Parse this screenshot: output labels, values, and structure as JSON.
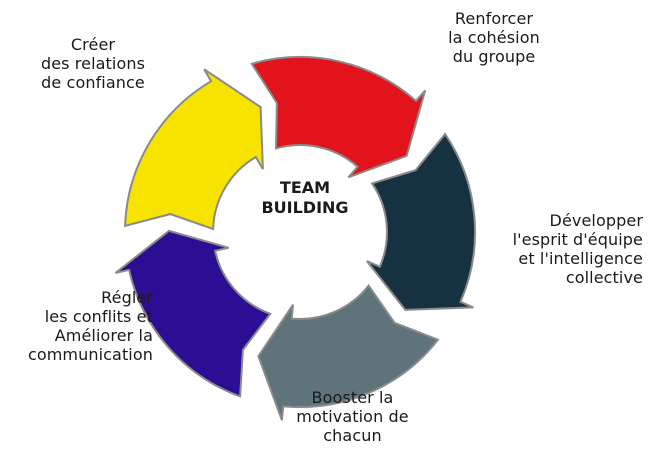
{
  "center_text": "TEAM\nBUILDING",
  "segments": [
    {
      "label": "Renforcer\nla cohésion\ndu groupe",
      "color": "#e3131b"
    },
    {
      "label": "Développer\nl'esprit d'équipe\net l'intelligence\ncollective",
      "color": "#16313f"
    },
    {
      "label": "Booster la\nmotivation de\nchacun",
      "color": "#5f737a"
    },
    {
      "label": "Régler\nles conflits et\nAméliorer la\ncommunication",
      "color": "#2b0e93"
    },
    {
      "label": "Créer\ndes relations\nde confiance",
      "color": "#f6e400"
    }
  ]
}
